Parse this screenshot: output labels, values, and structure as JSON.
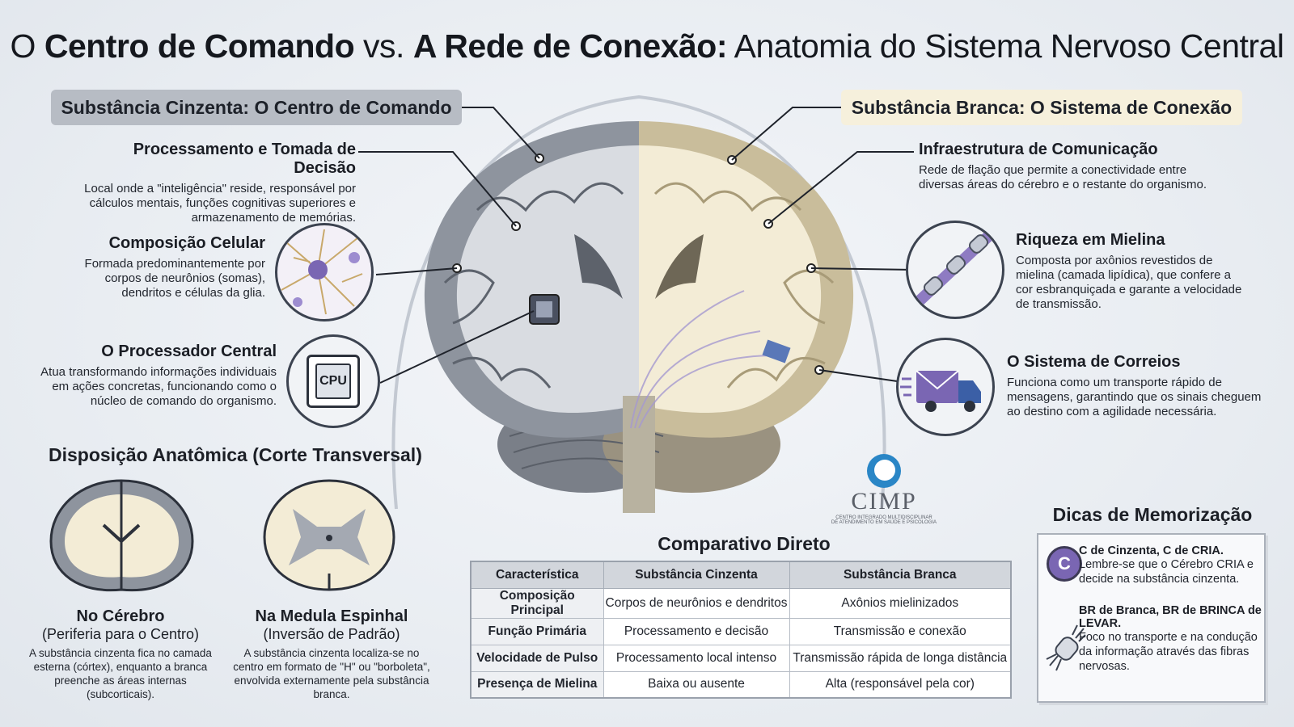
{
  "title": {
    "p1": "O ",
    "b1": "Centro de Comando",
    "p2": " vs. ",
    "b2": "A Rede de Conexão:",
    "p3": " Anatomia do Sistema Nervoso Central"
  },
  "left": {
    "header": "Substância Cinzenta: O Centro de Comando",
    "items": [
      {
        "title": "Processamento e Tomada de Decisão",
        "text": "Local onde a \"inteligência\" reside, responsável por cálculos mentais, funções cognitivas superiores e armazenamento de memórias."
      },
      {
        "title": "Composição Celular",
        "text": "Formada predominantemente por corpos de neurônios (somas), dendritos e células da glia."
      },
      {
        "title": "O Processador Central",
        "text": "Atua transformando informações individuais em ações concretas, funcionando como o núcleo de comando do organismo."
      }
    ],
    "cpu_label": "CPU"
  },
  "right": {
    "header": "Substância Branca: O Sistema de Conexão",
    "items": [
      {
        "title": "Infraestrutura de Comunicação",
        "text": "Rede de flação que permite a conectividade entre diversas áreas do cérebro e o restante do organismo."
      },
      {
        "title": "Riqueza em Mielina",
        "text": "Composta por axônios revestidos de mielina (camada lipídica), que confere a cor esbranquiçada e garante a velocidade de transmissão."
      },
      {
        "title": "O Sistema de Correios",
        "text": "Funciona como um transporte rápido de mensagens, garantindo que os sinais cheguem ao destino com a agilidade necessária."
      }
    ]
  },
  "anatomy": {
    "header": "Disposição Anatômica (Corte Transversal)",
    "brain": {
      "label": "No Cérebro",
      "sub": "(Periferia para o Centro)",
      "text": "A substância cinzenta fica no camada esterna (córtex), enquanto a branca preenche as áreas internas (subcorticais)."
    },
    "cord": {
      "label": "Na Medula Espinhal",
      "sub": "(Inversão de Padrão)",
      "text": "A substância cinzenta localiza-se no centro em formato de \"H\" ou \"borboleta\", envolvida externamente pela substância branca."
    }
  },
  "logo": {
    "name": "CIMP",
    "line1": "CENTRO INTEGRADO MULTIDISCIPLINAR",
    "line2": "DE ATENDIMENTO EM SAÚDE E PSICOLOGIA"
  },
  "table": {
    "title": "Comparativo Direto",
    "headers": [
      "Característica",
      "Substância Cinzenta",
      "Substância Branca"
    ],
    "rows": [
      [
        "Composição Principal",
        "Corpos de neurônios e dendritos",
        "Axônios mielinizados"
      ],
      [
        "Função Primária",
        "Processamento e decisão",
        "Transmissão e conexão"
      ],
      [
        "Velocidade de Pulso",
        "Processamento local intenso",
        "Transmissão rápida de longa distância"
      ],
      [
        "Presença de Mielina",
        "Baixa ou ausente",
        "Alta (responsável pela cor)"
      ]
    ]
  },
  "tips": {
    "title": "Dicas de Memorização",
    "t1_badge": "C",
    "t1_head": "C de Cinzenta, C de CRIA.",
    "t1_text": "Lembre-se que o Cérebro CRIA e decide na substância cinzenta.",
    "t2_head": "BR de Branca, BR de BRINCA de LEVAR.",
    "t2_text": "Foco no transporte e na condução da informação através das fibras nervosas."
  },
  "colors": {
    "gray_matter": "#8e949e",
    "white_matter": "#f3ecd6",
    "accent_purple": "#7a66b3",
    "logo_blue": "#2a86c6"
  }
}
